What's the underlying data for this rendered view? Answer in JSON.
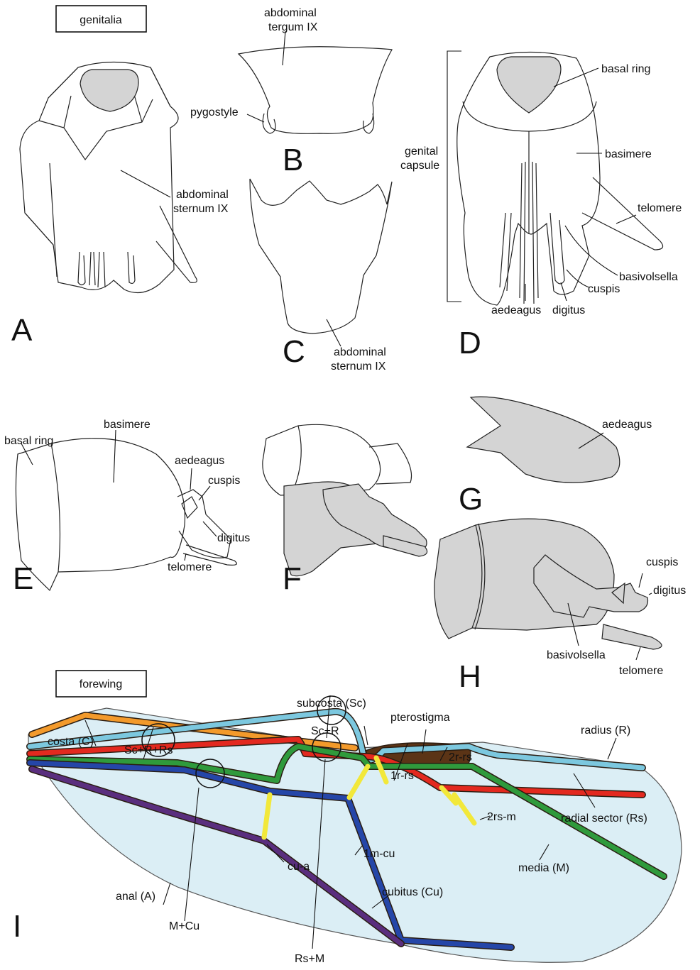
{
  "panels": {
    "genitalia_box": "genitalia",
    "forewing_box": "forewing",
    "letters": [
      "A",
      "B",
      "C",
      "D",
      "E",
      "F",
      "G",
      "H",
      "I"
    ]
  },
  "labels_genitalia": {
    "a_sternum_1": "abdominal",
    "a_sternum_2": "sternum IX",
    "b_tergum_1": "abdominal",
    "b_tergum_2": "tergum IX",
    "b_pygostyle": "pygostyle",
    "c_sternum_1": "abdominal",
    "c_sternum_2": "sternum IX",
    "d_genital_1": "genital",
    "d_genital_2": "capsule",
    "d_basal_ring": "basal ring",
    "d_basimere": "basimere",
    "d_telomere": "telomere",
    "d_basivolsella": "basivolsella",
    "d_cuspis": "cuspis",
    "d_digitus": "digitus",
    "d_aedeagus": "aedeagus",
    "e_basal_ring": "basal ring",
    "e_basimere": "basimere",
    "e_aedeagus": "aedeagus",
    "e_cuspis": "cuspis",
    "e_digitus": "digitus",
    "e_telomere": "telomere",
    "g_aedeagus": "aedeagus",
    "h_cuspis": "cuspis",
    "h_digitus": "digitus",
    "h_basivolsella": "basivolsella",
    "h_telomere": "telomere"
  },
  "labels_wing": {
    "subcosta": "subcosta (Sc)",
    "pterostigma": "pterostigma",
    "radius": "radius (R)",
    "costa": "costa (C)",
    "sc_r_rs": "Sc+R+Rs",
    "sc_r": "Sc+R",
    "r1_rs": "1r-rs",
    "r2_rs": "2r-rs",
    "rs2_m": "2rs-m",
    "radial_sector": "radial sector (Rs)",
    "m1_cu": "1m-cu",
    "media": "media (M)",
    "cu_a": "cu-a",
    "cubitus": "cubitus (Cu)",
    "anal": "anal (A)",
    "m_cu": "M+Cu",
    "rs_m": "Rs+M"
  },
  "colors": {
    "costa": "#f39a2b",
    "subcosta_radius": "#7cc8df",
    "radial_sector": "#e3291f",
    "media": "#2f9a3c",
    "cubitus": "#2546a8",
    "anal": "#5a2e7e",
    "crossvein": "#f2e83a",
    "pterostigma": "#5b3416",
    "membrane": "#dbeef5",
    "sclerite_fill": "#d4d4d4"
  }
}
